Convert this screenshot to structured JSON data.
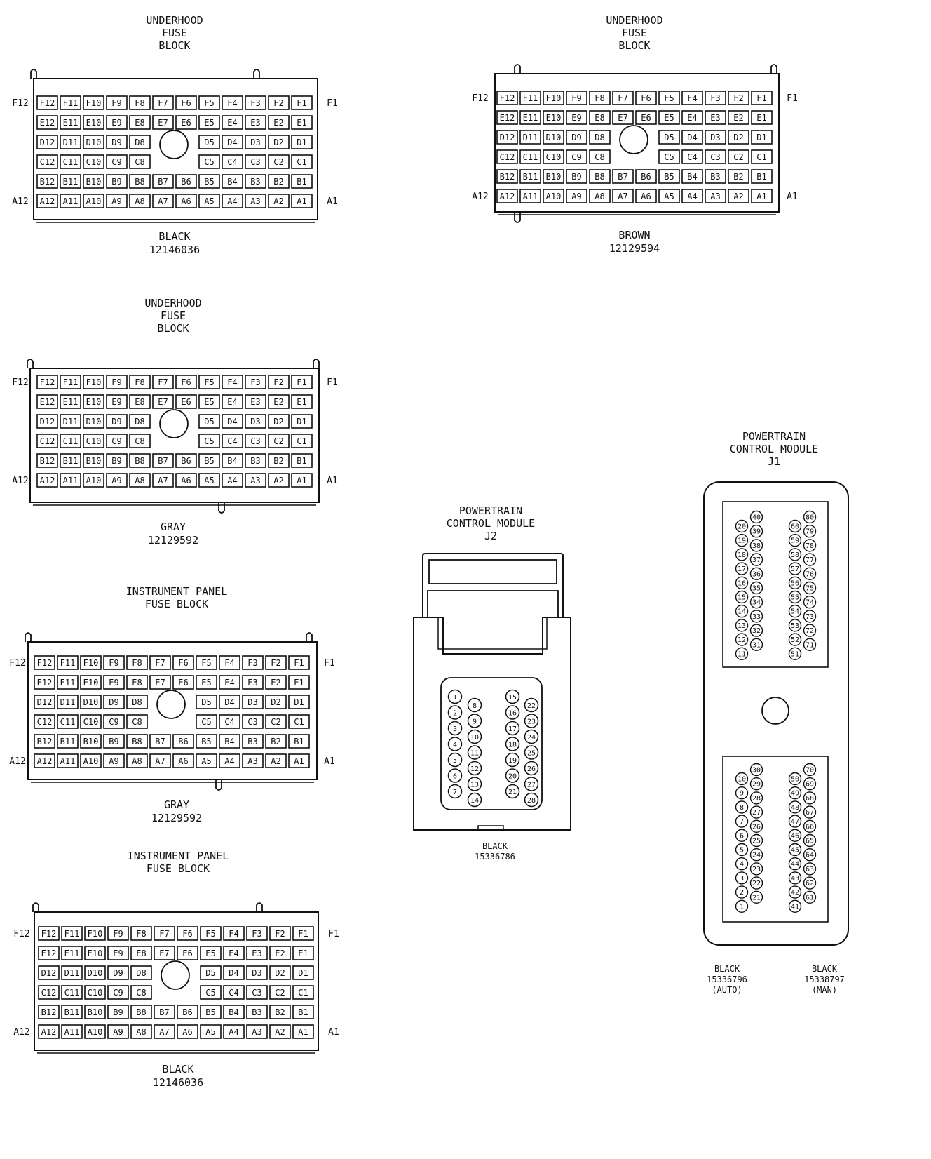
{
  "fuse_blocks": [
    {
      "title": [
        "UNDERHOOD",
        "FUSE",
        "BLOCK"
      ],
      "color": "BLACK",
      "part": "12146036"
    },
    {
      "title": [
        "UNDERHOOD",
        "FUSE",
        "BLOCK"
      ],
      "color": "BROWN",
      "part": "12129594"
    },
    {
      "title": [
        "UNDERHOOD",
        "FUSE",
        "BLOCK"
      ],
      "color": "GRAY",
      "part": "12129592"
    },
    {
      "title": [
        "INSTRUMENT PANEL",
        "FUSE BLOCK"
      ],
      "color": "GRAY",
      "part": "12129592"
    },
    {
      "title": [
        "INSTRUMENT PANEL",
        "FUSE BLOCK"
      ],
      "color": "BLACK",
      "part": "12146036"
    }
  ],
  "fuse_grid": {
    "rows": [
      "F",
      "E",
      "D",
      "C",
      "B",
      "A"
    ],
    "columns": [
      "12",
      "11",
      "10",
      "9",
      "8",
      "7",
      "6",
      "5",
      "4",
      "3",
      "2",
      "1"
    ],
    "side_labels": {
      "top_left": "F12",
      "top_right": "F1",
      "bottom_left": "A12",
      "bottom_right": "A1"
    },
    "missing_cells": [
      "D7",
      "D6",
      "C7",
      "C6"
    ]
  },
  "pcm_j2": {
    "title": [
      "POWERTRAIN",
      "CONTROL MODULE",
      "J2"
    ],
    "color": "BLACK",
    "part": "15336786",
    "pin_columns": [
      [
        "1",
        "2",
        "3",
        "4",
        "5",
        "6",
        "7"
      ],
      [
        "8",
        "9",
        "10",
        "11",
        "12",
        "13",
        "14"
      ],
      [
        "15",
        "16",
        "17",
        "18",
        "19",
        "20",
        "21"
      ],
      [
        "22",
        "23",
        "24",
        "25",
        "26",
        "27",
        "28"
      ]
    ]
  },
  "pcm_j1": {
    "title": [
      "POWERTRAIN",
      "CONTROL MODULE",
      "J1"
    ],
    "parts": [
      {
        "color": "BLACK",
        "part": "15336796",
        "note": "(AUTO)"
      },
      {
        "color": "BLACK",
        "part": "15338797",
        "note": "(MAN)"
      }
    ],
    "upper_pin_columns": [
      [
        "20",
        "19",
        "18",
        "17",
        "16",
        "15",
        "14",
        "13",
        "12",
        "11"
      ],
      [
        "40",
        "39",
        "38",
        "37",
        "36",
        "35",
        "34",
        "33",
        "32",
        "31"
      ],
      [
        "60",
        "59",
        "58",
        "57",
        "56",
        "55",
        "54",
        "53",
        "52",
        "51"
      ],
      [
        "80",
        "79",
        "78",
        "77",
        "76",
        "75",
        "74",
        "73",
        "72",
        "71"
      ]
    ],
    "lower_pin_columns": [
      [
        "10",
        "9",
        "8",
        "7",
        "6",
        "5",
        "4",
        "3",
        "2",
        "1"
      ],
      [
        "30",
        "29",
        "28",
        "27",
        "26",
        "25",
        "24",
        "23",
        "22",
        "21"
      ],
      [
        "50",
        "49",
        "48",
        "47",
        "46",
        "45",
        "44",
        "43",
        "42",
        "41"
      ],
      [
        "70",
        "69",
        "68",
        "67",
        "66",
        "65",
        "64",
        "63",
        "62",
        "61"
      ]
    ]
  }
}
